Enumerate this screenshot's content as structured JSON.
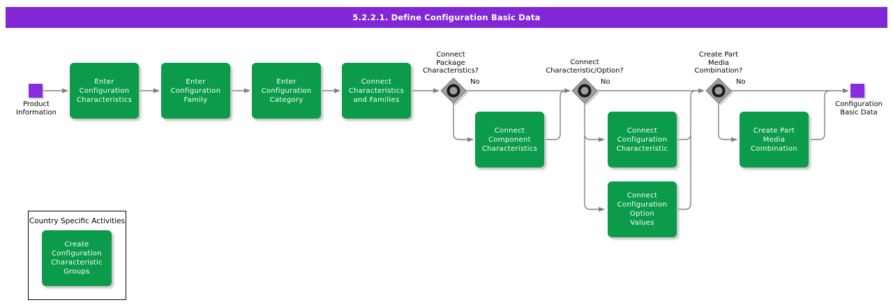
{
  "header": {
    "title": "5.2.2.1. Define Configuration Basic Data"
  },
  "colors": {
    "banner": "#8227d6",
    "event_node": "#8a2be2",
    "task_fill": "#0b9b4b",
    "connector": "#818181",
    "gateway_fill": "#9e9e9e"
  },
  "start_event": {
    "label": "Product\nInformation"
  },
  "end_event": {
    "label": "Configuration\nBasic Data"
  },
  "tasks": [
    {
      "label": "Enter\nConfiguration\nCharacteristics"
    },
    {
      "label": "Enter\nConfiguration\nFamily"
    },
    {
      "label": "Enter\nConfiguration\nCategory"
    },
    {
      "label": "Connect\nCharacteristics\nand Families"
    },
    {
      "label": "Connect\nComponent\nCharacteristics"
    },
    {
      "label": "Connect\nConfiguration\nCharacteristic"
    },
    {
      "label": "Connect\nConfiguration\nOption\nValues"
    },
    {
      "label": "Create Part\nMedia\nCombination"
    }
  ],
  "gateways": [
    {
      "question": "Connect\nPackage\nCharacteristics?",
      "branch_label": "No"
    },
    {
      "question": "Connect\nCharacteristic/Option?",
      "branch_label": "No"
    },
    {
      "question": "Create Part\nMedia\nCombination?",
      "branch_label": "No"
    }
  ],
  "country_box": {
    "title": "Country Specific Activities",
    "task": {
      "label": "Create\nConfiguration\nCharacteristic\nGroups"
    }
  }
}
